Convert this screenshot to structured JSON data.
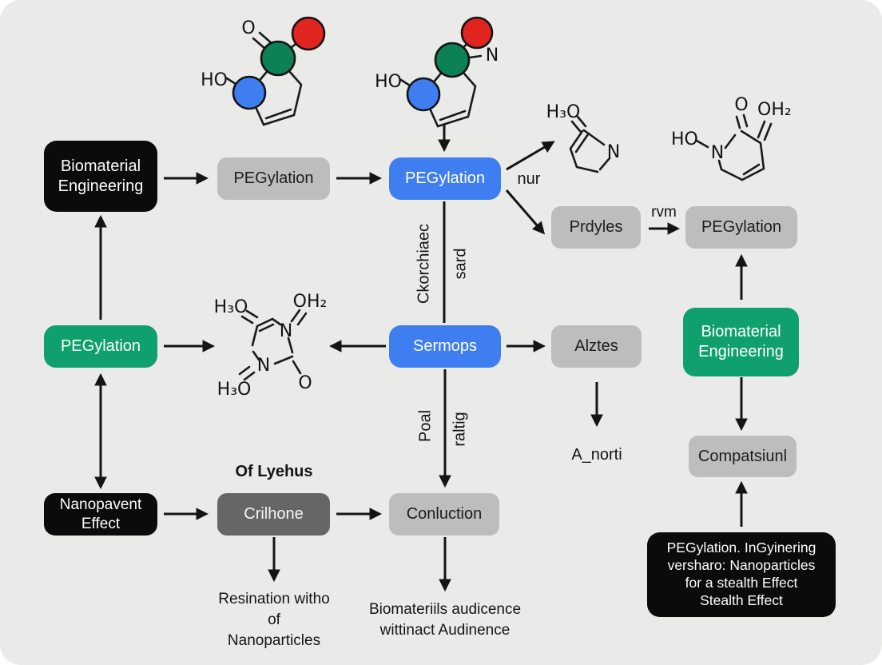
{
  "diagram": {
    "nodes": {
      "biomaterial_top_left": {
        "label": "Biomaterial\nEngineering"
      },
      "pegylation_gray_top": {
        "label": "PEGylation"
      },
      "pegylation_blue": {
        "label": "PEGylation"
      },
      "prdyles": {
        "label": "Prdyles"
      },
      "pegylation_gray_right": {
        "label": "PEGylation"
      },
      "pegylation_green": {
        "label": "PEGylation"
      },
      "sermops": {
        "label": "Sermops"
      },
      "alztes": {
        "label": "Alztes"
      },
      "biomaterial_green_right": {
        "label": "Biomaterial\nEngineering"
      },
      "compatsiunl": {
        "label": "Compatsiunl"
      },
      "nanopavent": {
        "label": "Nanopavent\nEffect"
      },
      "crilhone": {
        "label": "Crilhone"
      },
      "conluction": {
        "label": "Conluction"
      },
      "stealth_note": {
        "label": "PEGylation. InGyinering\nversharo: Nanoparticles\nfor a stealth Effect\nStealth Effect"
      }
    },
    "edge_labels": {
      "nur": "nur",
      "rvm": "rvm",
      "ckorchiaec": "Ckorchiaec",
      "sard": "sard",
      "poal": "Poal",
      "raltig": "raltig",
      "of_lyehus": "Of Lyehus"
    },
    "annotations": {
      "a_norti": "A_norti",
      "resination": "Resination witho\nof\nNanoparticles",
      "biomateriils": "Biomateriils audicence\nwittinact Audinence"
    },
    "molecules": {
      "m1": {
        "ho": "HO",
        "o": "O"
      },
      "m2": {
        "ho": "HO",
        "n": "N"
      },
      "m3": {
        "h3o": "H₃O",
        "n": "N"
      },
      "m4": {
        "o": "O",
        "oh2": "OH₂",
        "ho": "HO",
        "n": "N"
      },
      "m5": {
        "h3o_top": "H₃O",
        "oh2": "OH₂",
        "n_right": "N",
        "n_bottom": "N",
        "h3o_bottom": "H₃O",
        "o": "O"
      }
    },
    "colors": {
      "background": "#eaeae9",
      "node_black": "#0b0b0b",
      "node_gray": "#bdbdbc",
      "node_dark_gray": "#666665",
      "node_blue": "#3f7ef0",
      "node_green": "#0fa06e",
      "atom_red": "#e02420",
      "atom_blue": "#3f7ef0",
      "atom_green": "#0d8156",
      "arrow": "#141414"
    }
  }
}
